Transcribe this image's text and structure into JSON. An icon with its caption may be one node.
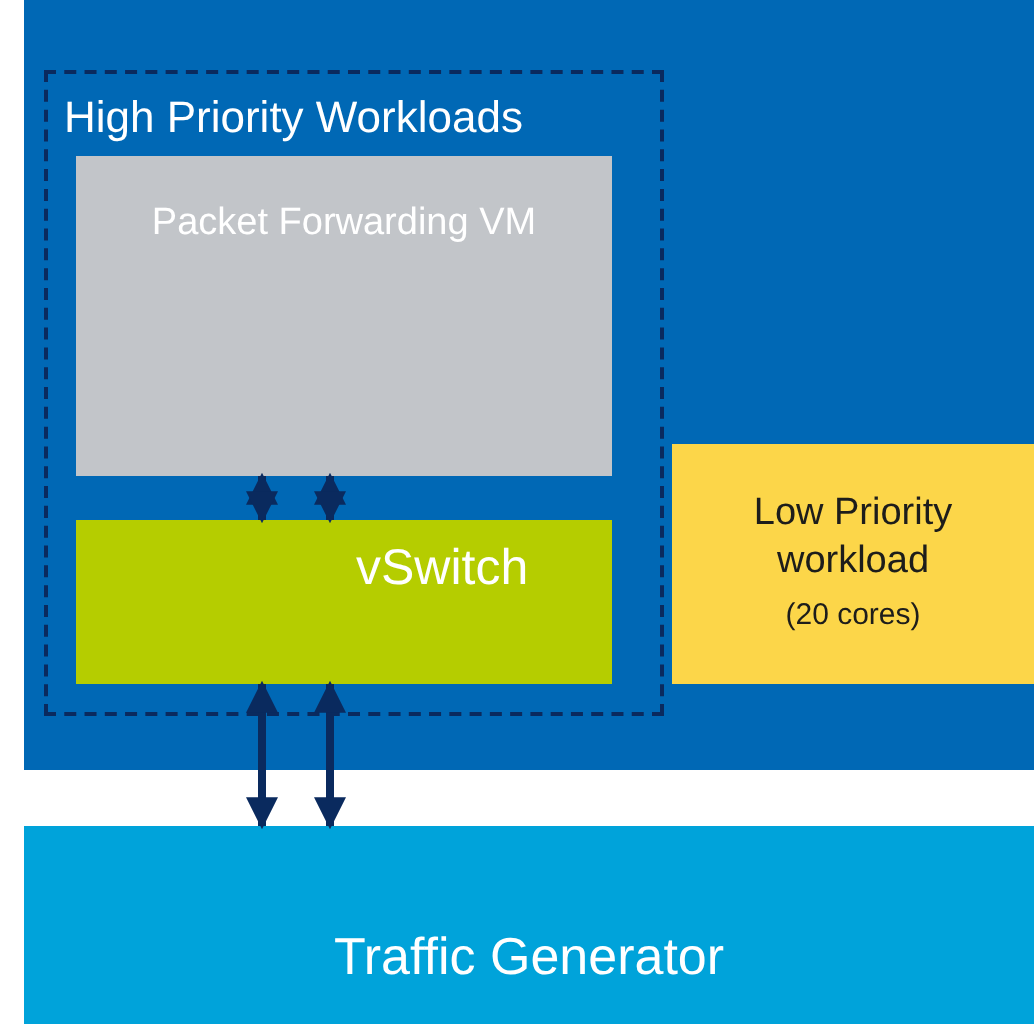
{
  "diagram": {
    "nodes": [
      {
        "text": [
          "High Priority Workloads"
        ]
      },
      {
        "text": [
          "Packet Forwarding VM"
        ],
        "in": 0
      },
      {
        "text": [
          "vSwitch"
        ],
        "in": 0
      },
      {
        "text": [
          "Low Priority workload",
          "(20 cores)"
        ]
      },
      {
        "text": [
          "Traffic Generator"
        ]
      }
    ],
    "edges": [
      {
        "from": 1,
        "to": 2,
        "arrow": "both"
      },
      {
        "from": 1,
        "to": 2,
        "arrow": "both"
      },
      {
        "from": 2,
        "to": 4,
        "arrow": "both"
      },
      {
        "from": 2,
        "to": 4,
        "arrow": "both"
      }
    ]
  }
}
